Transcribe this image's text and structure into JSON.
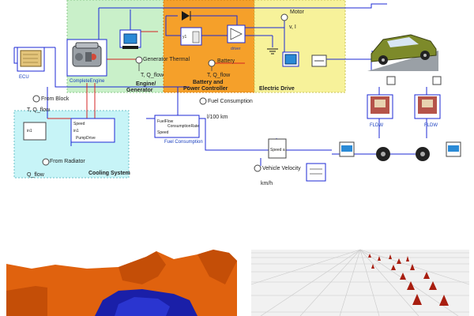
{
  "blocks": {
    "ecu": "ECU",
    "engine_model": "CompleteEngine",
    "engine_group": [
      "Engine/",
      "Generator"
    ],
    "battery_group": [
      "Battery and",
      "Power Controller"
    ],
    "drive_group": "Electric Drive",
    "cooling_group": "Cooling System",
    "pump_speed": "Speed",
    "pump_in": "in1",
    "pump_drive": "PumpDrive",
    "fuel_flow": "FuelFlow",
    "fuel_rate": "ConsumptionRate",
    "fuel_speed": "Speed",
    "fuel_block": "Fuel Consumption",
    "speed_sensor": "Speed a",
    "controller_out": "driver",
    "gain_label": "y1"
  },
  "labels": {
    "generator_thermal": "Generator Thermal",
    "generator_qflow": "T, Q_flow",
    "battery": "Battery",
    "battery_qflow": "T, Q_flow",
    "motor": "Motor",
    "motor_vi": "v, I",
    "from_block": "From Block",
    "from_block_qflow": "T, Q_flow",
    "fuel_consumption": "Fuel Consumption",
    "fuel_units": "l/100 km",
    "vehicle_velocity": "Vehicle Velocity",
    "velocity_units": "km/h",
    "from_radiator": "From Radiator",
    "radiator_qflow": "Q_flow",
    "fldw_left": "FLDW",
    "fldw_right": "FLDW"
  },
  "colors": {
    "engine_fill": "#c9f0c9",
    "battery_fill": "#f5a02a",
    "drive_fill": "#f7f29a",
    "cooling_fill": "#c7f4f7",
    "wire_blue": "#1c2ad6",
    "wire_red": "#d42424",
    "terrain_orange": "#e0620e",
    "terrain_blue": "#1a1fa8",
    "car_body": "#7d8a2a",
    "cone": "#a81e10"
  },
  "icons": [
    "engine-icon",
    "ecu-chip-icon",
    "car-icon",
    "wheel-icon",
    "cone-icon",
    "terrain-icon"
  ]
}
